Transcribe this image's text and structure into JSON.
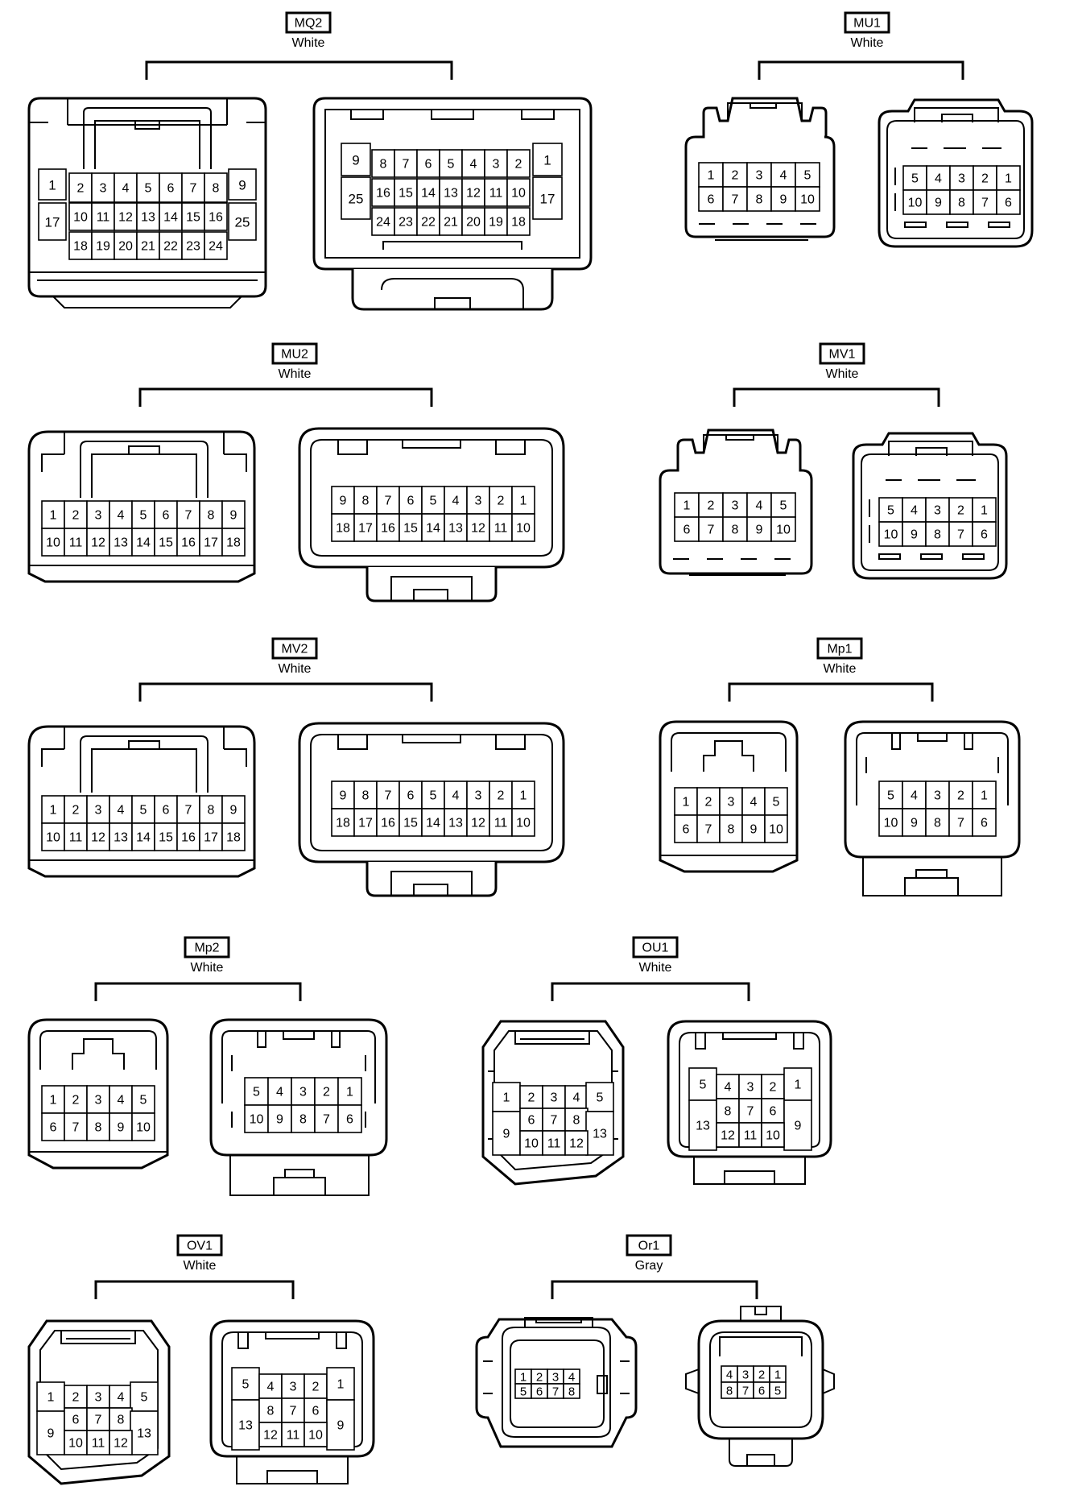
{
  "connectors": [
    {
      "code": "MQ2",
      "color": "White",
      "views": [
        {
          "pins": [
            "1",
            "2",
            "3",
            "4",
            "5",
            "6",
            "7",
            "8",
            "9",
            "17",
            "10",
            "11",
            "12",
            "13",
            "14",
            "15",
            "16",
            "25",
            "18",
            "19",
            "20",
            "21",
            "22",
            "23",
            "24"
          ]
        },
        {
          "pins": [
            "9",
            "8",
            "7",
            "6",
            "5",
            "4",
            "3",
            "2",
            "1",
            "25",
            "16",
            "15",
            "14",
            "13",
            "12",
            "11",
            "10",
            "17",
            "24",
            "23",
            "22",
            "21",
            "20",
            "19",
            "18"
          ]
        }
      ]
    },
    {
      "code": "MU1",
      "color": "White",
      "views": [
        {
          "pins": [
            "1",
            "2",
            "3",
            "4",
            "5",
            "6",
            "7",
            "8",
            "9",
            "10"
          ]
        },
        {
          "pins": [
            "5",
            "4",
            "3",
            "2",
            "1",
            "10",
            "9",
            "8",
            "7",
            "6"
          ]
        }
      ]
    },
    {
      "code": "MU2",
      "color": "White",
      "views": [
        {
          "pins": [
            "1",
            "2",
            "3",
            "4",
            "5",
            "6",
            "7",
            "8",
            "9",
            "10",
            "11",
            "12",
            "13",
            "14",
            "15",
            "16",
            "17",
            "18"
          ]
        },
        {
          "pins": [
            "9",
            "8",
            "7",
            "6",
            "5",
            "4",
            "3",
            "2",
            "1",
            "18",
            "17",
            "16",
            "15",
            "14",
            "13",
            "12",
            "11",
            "10"
          ]
        }
      ]
    },
    {
      "code": "MV1",
      "color": "White",
      "views": [
        {
          "pins": [
            "1",
            "2",
            "3",
            "4",
            "5",
            "6",
            "7",
            "8",
            "9",
            "10"
          ]
        },
        {
          "pins": [
            "5",
            "4",
            "3",
            "2",
            "1",
            "10",
            "9",
            "8",
            "7",
            "6"
          ]
        }
      ]
    },
    {
      "code": "MV2",
      "color": "White",
      "views": [
        {
          "pins": [
            "1",
            "2",
            "3",
            "4",
            "5",
            "6",
            "7",
            "8",
            "9",
            "10",
            "11",
            "12",
            "13",
            "14",
            "15",
            "16",
            "17",
            "18"
          ]
        },
        {
          "pins": [
            "9",
            "8",
            "7",
            "6",
            "5",
            "4",
            "3",
            "2",
            "1",
            "18",
            "17",
            "16",
            "15",
            "14",
            "13",
            "12",
            "11",
            "10"
          ]
        }
      ]
    },
    {
      "code": "Mp1",
      "color": "White",
      "views": [
        {
          "pins": [
            "1",
            "2",
            "3",
            "4",
            "5",
            "6",
            "7",
            "8",
            "9",
            "10"
          ]
        },
        {
          "pins": [
            "5",
            "4",
            "3",
            "2",
            "1",
            "10",
            "9",
            "8",
            "7",
            "6"
          ]
        }
      ]
    },
    {
      "code": "Mp2",
      "color": "White",
      "views": [
        {
          "pins": [
            "1",
            "2",
            "3",
            "4",
            "5",
            "6",
            "7",
            "8",
            "9",
            "10"
          ]
        },
        {
          "pins": [
            "5",
            "4",
            "3",
            "2",
            "1",
            "10",
            "9",
            "8",
            "7",
            "6"
          ]
        }
      ]
    },
    {
      "code": "OU1",
      "color": "White",
      "views": [
        {
          "pins": [
            "1",
            "2",
            "3",
            "4",
            "5",
            "9",
            "6",
            "7",
            "8",
            "13",
            "10",
            "11",
            "12"
          ]
        },
        {
          "pins": [
            "5",
            "4",
            "3",
            "2",
            "1",
            "13",
            "8",
            "7",
            "6",
            "9",
            "12",
            "11",
            "10"
          ]
        }
      ]
    },
    {
      "code": "OV1",
      "color": "White",
      "views": [
        {
          "pins": [
            "1",
            "2",
            "3",
            "4",
            "5",
            "9",
            "6",
            "7",
            "8",
            "13",
            "10",
            "11",
            "12"
          ]
        },
        {
          "pins": [
            "5",
            "4",
            "3",
            "2",
            "1",
            "13",
            "8",
            "7",
            "6",
            "9",
            "12",
            "11",
            "10"
          ]
        }
      ]
    },
    {
      "code": "Or1",
      "color": "Gray",
      "views": [
        {
          "pins": [
            "1",
            "2",
            "3",
            "4",
            "5",
            "6",
            "7",
            "8"
          ]
        },
        {
          "pins": [
            "4",
            "3",
            "2",
            "1",
            "8",
            "7",
            "6",
            "5"
          ]
        }
      ]
    }
  ]
}
